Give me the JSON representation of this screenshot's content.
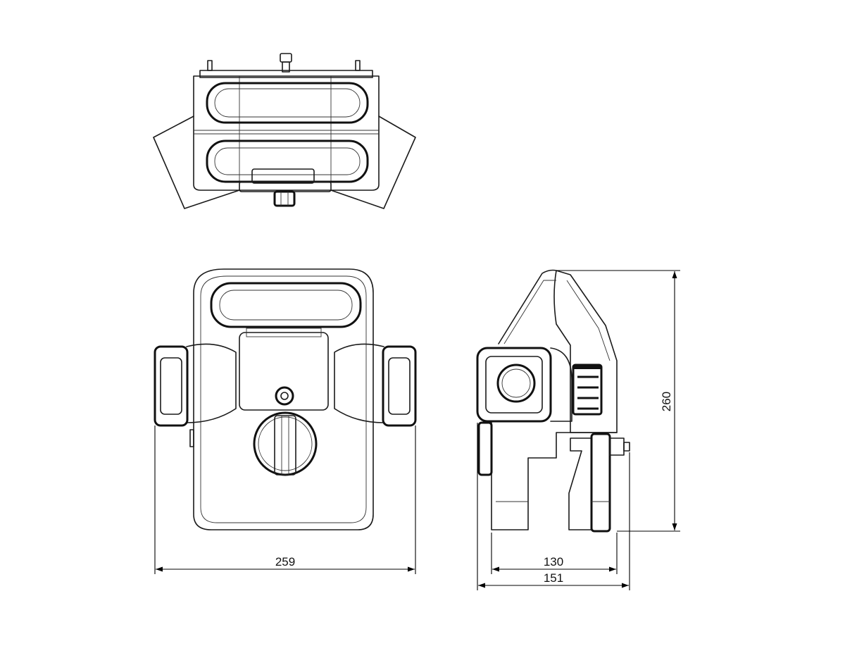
{
  "dimensions": {
    "width": "259",
    "depth_body": "130",
    "depth_total": "151",
    "height": "260"
  },
  "colors": {
    "line": "#1a1a1a",
    "background": "#ffffff"
  }
}
